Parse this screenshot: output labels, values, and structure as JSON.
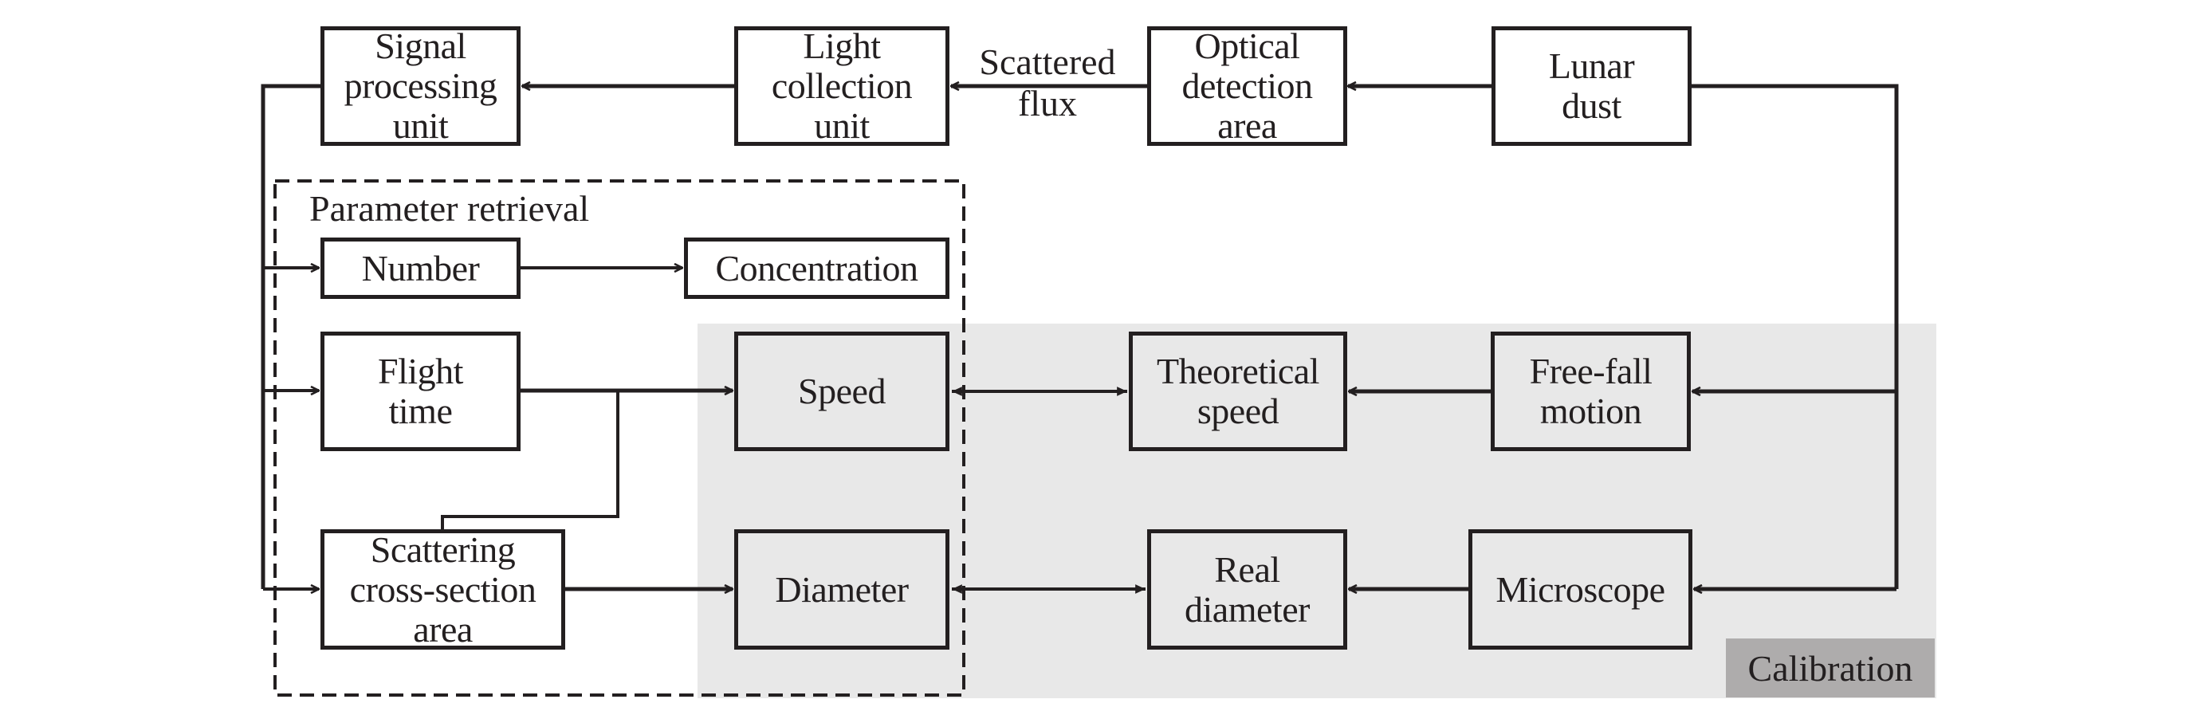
{
  "colors": {
    "ink": "#231f20",
    "calibration_region": "#e8e8e8",
    "calibration_label_bg": "#aeacac",
    "background": "#ffffff"
  },
  "groups": {
    "parameter_retrieval": {
      "title": "Parameter retrieval",
      "style": "dashed"
    },
    "calibration": {
      "title": "Calibration",
      "style": "shaded"
    }
  },
  "nodes": {
    "signal_processing": "Signal\nprocessing\nunit",
    "light_collection": "Light\ncollection\nunit",
    "optical_detection": "Optical\ndetection\narea",
    "lunar_dust": "Lunar\ndust",
    "number": "Number",
    "concentration": "Concentration",
    "flight_time": "Flight\ntime",
    "speed": "Speed",
    "theoretical_speed": "Theoretical\nspeed",
    "free_fall": "Free-fall\nmotion",
    "scattering_area": "Scattering\ncross-section\narea",
    "diameter": "Diameter",
    "real_diameter": "Real\ndiameter",
    "microscope": "Microscope"
  },
  "edge_labels": {
    "scattered_flux": "Scattered\nflux"
  },
  "edges": [
    {
      "from": "lunar_dust",
      "to": "optical_detection",
      "type": "arrow"
    },
    {
      "from": "optical_detection",
      "to": "light_collection",
      "type": "arrow",
      "label": "Scattered flux"
    },
    {
      "from": "light_collection",
      "to": "signal_processing",
      "type": "arrow"
    },
    {
      "from": "signal_processing",
      "to": "number",
      "type": "arrow"
    },
    {
      "from": "signal_processing",
      "to": "flight_time",
      "type": "arrow"
    },
    {
      "from": "signal_processing",
      "to": "scattering_area",
      "type": "arrow"
    },
    {
      "from": "number",
      "to": "concentration",
      "type": "arrow"
    },
    {
      "from": "flight_time",
      "to": "speed",
      "type": "arrow"
    },
    {
      "from": "scattering_area",
      "to": "speed",
      "type": "line-join"
    },
    {
      "from": "scattering_area",
      "to": "diameter",
      "type": "arrow"
    },
    {
      "from": "speed",
      "to": "theoretical_speed",
      "type": "bidirectional"
    },
    {
      "from": "diameter",
      "to": "real_diameter",
      "type": "bidirectional"
    },
    {
      "from": "free_fall",
      "to": "theoretical_speed",
      "type": "arrow"
    },
    {
      "from": "microscope",
      "to": "real_diameter",
      "type": "arrow"
    },
    {
      "from": "lunar_dust",
      "to": "free_fall",
      "type": "arrow"
    },
    {
      "from": "lunar_dust",
      "to": "microscope",
      "type": "arrow"
    }
  ]
}
